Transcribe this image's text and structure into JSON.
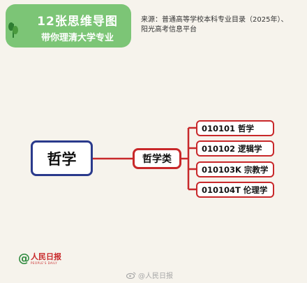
{
  "header": {
    "title": "12张思维导图",
    "subtitle": "带你理清大学专业",
    "source_line1": "来源：普通高等学校本科专业目录（2025年）、",
    "source_line2": "阳光高考信息平台"
  },
  "mindmap": {
    "root": "哲学",
    "category": "哲学类",
    "majors": [
      {
        "code": "010101",
        "name": "哲学"
      },
      {
        "code": "010102",
        "name": "逻辑学"
      },
      {
        "code": "010103K",
        "name": "宗教学"
      },
      {
        "code": "010104T",
        "name": "伦理学"
      }
    ]
  },
  "footer": {
    "logo_at": "@",
    "logo_cn": "人民日报",
    "logo_en": "PEOPLE'S DAILY",
    "watermark": "@人民日报"
  },
  "colors": {
    "banner": "#7cc576",
    "root_border": "#2a3a8c",
    "branch_red": "#c8282a",
    "background": "#f6f3ec"
  }
}
